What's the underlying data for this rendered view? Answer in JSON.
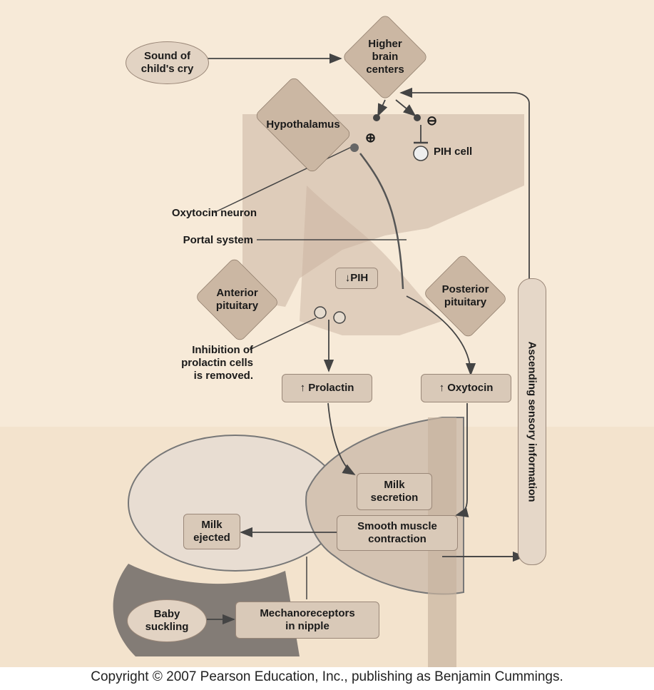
{
  "diagram": {
    "sound_of_cry": "Sound of\nchild's cry",
    "higher_brain_centers": "Higher\nbrain\ncenters",
    "hypothalamus": "Hypothalamus",
    "plus_sign": "⊕",
    "minus_sign": "⊖",
    "pih_cell": "PIH cell",
    "oxytocin_neuron": "Oxytocin neuron",
    "portal_system": "Portal system",
    "pih_decrease": "↓PIH",
    "anterior_pituitary": "Anterior\npituitary",
    "posterior_pituitary": "Posterior\npituitary",
    "inhibition_note": "Inhibition of\nprolactin cells\nis removed.",
    "prolactin": "↑ Prolactin",
    "oxytocin": "↑ Oxytocin",
    "ascending_sensory": "Ascending sensory information",
    "milk_secretion": "Milk\nsecretion",
    "smooth_muscle": "Smooth muscle\ncontraction",
    "milk_ejected": "Milk\nejected",
    "baby_suckling": "Baby\nsuckling",
    "mechanoreceptors": "Mechanoreceptors\nin nipple"
  },
  "footer": {
    "copyright": "Copyright © 2007 Pearson Education, Inc., publishing as Benjamin Cummings."
  },
  "colors": {
    "background": "#f7ead8",
    "box_fill": "#d9c9b8",
    "arrow": "#444444"
  }
}
